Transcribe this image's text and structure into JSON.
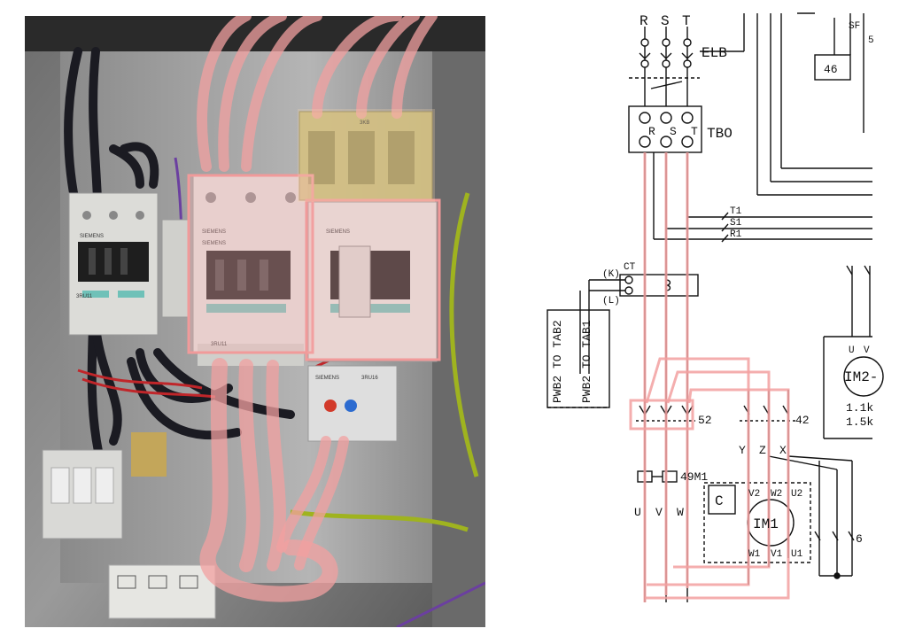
{
  "photo": {
    "brand_labels": [
      "SIEMENS",
      "SIEMENS",
      "SIEMENS",
      "SIEMENS",
      "SIEMENS"
    ],
    "model_labels": [
      "3RU11",
      "3RU16",
      "3RU11"
    ],
    "top_label": "3KB"
  },
  "schematic": {
    "phases": [
      "R",
      "S",
      "T"
    ],
    "elb": "ELB",
    "tbo": "TBO",
    "tb_terminals": [
      "R",
      "S",
      "T"
    ],
    "tap_labels": [
      "T1",
      "S1",
      "R1"
    ],
    "ct": "CT",
    "ct_k": "(K)",
    "ct_l": "(L)",
    "pwb_left": "PWB2 TO TAB2",
    "pwb_right": "PWB2 TO TAB1",
    "c52": "52",
    "c42": "42",
    "c6": "6",
    "c46": "46",
    "ol": "49M1",
    "sf": "SF",
    "five": "5",
    "uvw": [
      "U",
      "V",
      "W"
    ],
    "yzx": [
      "Y",
      "Z",
      "X"
    ],
    "c_box": "C",
    "im1": "IM1",
    "im2": "IM2-",
    "motor_top": [
      "V2",
      "W2",
      "U2"
    ],
    "motor_bot": [
      "W1",
      "V1",
      "U1"
    ],
    "im2_terms": [
      "U",
      "V"
    ],
    "kw1": "1.1k",
    "kw2": "1.5k"
  }
}
